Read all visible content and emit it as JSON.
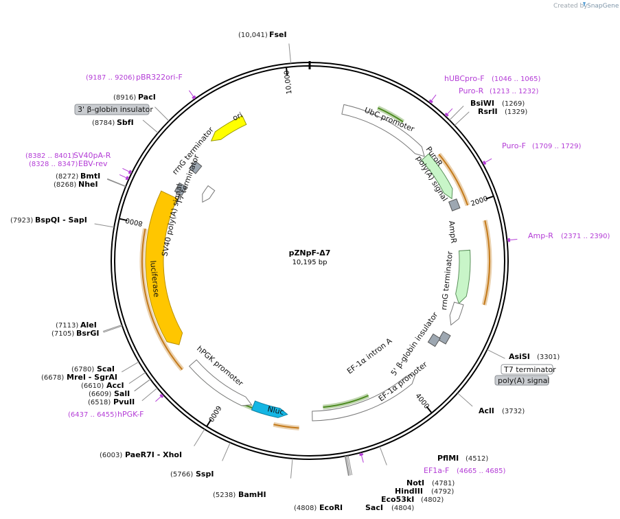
{
  "watermark": {
    "prefix": "Created by",
    "name": "SnapGene"
  },
  "plasmid": {
    "name": "pZNpF-Δ7",
    "length": "10,195 bp"
  },
  "ticks": [
    {
      "bp": 2000,
      "label": "2000"
    },
    {
      "bp": 4000,
      "label": "4000"
    },
    {
      "bp": 6000,
      "label": "6000"
    },
    {
      "bp": 8000,
      "label": "8000"
    },
    {
      "bp": 10000,
      "label": "10,000"
    }
  ],
  "sites": [
    {
      "name": "FseI",
      "pos": "(10,041)",
      "bp": 10041
    },
    {
      "name": "PacI",
      "pos": "(8916)",
      "bp": 8916
    },
    {
      "name": "SbfI",
      "pos": "(8784)",
      "bp": 8784
    },
    {
      "name": "BmtI",
      "pos": "(8272)",
      "bp": 8272
    },
    {
      "name": "NheI",
      "pos": "(8268)",
      "bp": 8268
    },
    {
      "name": "BspQI - SapI",
      "pos": "(7923)",
      "bp": 7923
    },
    {
      "name": "AleI",
      "pos": "(7113)",
      "bp": 7113
    },
    {
      "name": "BsrGI",
      "pos": "(7105)",
      "bp": 7105
    },
    {
      "name": "ScaI",
      "pos": "(6780)",
      "bp": 6780
    },
    {
      "name": "MreI - SgrAI",
      "pos": "(6678)",
      "bp": 6678
    },
    {
      "name": "AccI",
      "pos": "(6610)",
      "bp": 6610
    },
    {
      "name": "SalI",
      "pos": "(6609)",
      "bp": 6609
    },
    {
      "name": "PvuII",
      "pos": "(6518)",
      "bp": 6518
    },
    {
      "name": "PaeR7I - XhoI",
      "pos": "(6003)",
      "bp": 6003
    },
    {
      "name": "SspI",
      "pos": "(5766)",
      "bp": 5766
    },
    {
      "name": "BamHI",
      "pos": "(5238)",
      "bp": 5238
    },
    {
      "name": "EcoRI",
      "pos": "(4808)",
      "bp": 4808
    },
    {
      "name": "SacI",
      "pos": "(4804)",
      "bp": 4804
    },
    {
      "name": "Eco53kI",
      "pos": "(4802)",
      "bp": 4802
    },
    {
      "name": "HindIII",
      "pos": "(4792)",
      "bp": 4792
    },
    {
      "name": "NotI",
      "pos": "(4781)",
      "bp": 4781
    },
    {
      "name": "PflMI",
      "pos": "(4512)",
      "bp": 4512
    },
    {
      "name": "AclI",
      "pos": "(3732)",
      "bp": 3732
    },
    {
      "name": "AsiSI",
      "pos": "(3301)",
      "bp": 3301
    },
    {
      "name": "BsiWI",
      "pos": "(1269)",
      "bp": 1269
    },
    {
      "name": "RsrII",
      "pos": "(1329)",
      "bp": 1329
    }
  ],
  "primers": [
    {
      "name": "pBR322ori-F",
      "pos": "(9187 .. 9206)",
      "bp": 9196
    },
    {
      "name": "SV40pA-R",
      "pos": "(8382 .. 8401)",
      "bp": 8391
    },
    {
      "name": "EBV-rev",
      "pos": "(8328 .. 8347)",
      "bp": 8337
    },
    {
      "name": "hPGK-F",
      "pos": "(6437 .. 6455)",
      "bp": 6446
    },
    {
      "name": "EF1a-F",
      "pos": "(4665 .. 4685)",
      "bp": 4675
    },
    {
      "name": "hUBCpro-F",
      "pos": "(1046 .. 1065)",
      "bp": 1055
    },
    {
      "name": "Puro-R",
      "pos": "(1213 .. 1232)",
      "bp": 1222
    },
    {
      "name": "Puro-F",
      "pos": "(1709 .. 1729)",
      "bp": 1719
    },
    {
      "name": "Amp-R",
      "pos": "(2371 .. 2390)",
      "bp": 2380
    }
  ],
  "features": [
    {
      "label": "UbC promoter",
      "kind": "promoter"
    },
    {
      "label": "PuroR",
      "kind": "cds"
    },
    {
      "label": "poly(A) signal",
      "kind": "terminator"
    },
    {
      "label": "AmpR",
      "kind": "cds"
    },
    {
      "label": "rrnG terminator",
      "kind": "terminator"
    },
    {
      "label": "3' β-globin insulator",
      "kind": "misc"
    },
    {
      "label": "5' β-globin insulator",
      "kind": "misc"
    },
    {
      "label": "EF-1α intron A",
      "kind": "intron"
    },
    {
      "label": "EF-1α promoter",
      "kind": "promoter"
    },
    {
      "label": "Nluc",
      "kind": "cds"
    },
    {
      "label": "hPGK promoter",
      "kind": "promoter"
    },
    {
      "label": "luciferase",
      "kind": "cds"
    },
    {
      "label": "SV40 poly(A) signal",
      "kind": "terminator"
    },
    {
      "label": "T7 terminator",
      "kind": "terminator"
    },
    {
      "label": "rrnG terminator",
      "kind": "terminator"
    },
    {
      "label": "ori",
      "kind": "origin"
    }
  ],
  "boxed_labels": [
    {
      "label": "3' β-globin insulator",
      "style": "gray"
    },
    {
      "label": "T7 terminator",
      "style": "white"
    },
    {
      "label": "poly(A) signal",
      "style": "gray"
    }
  ],
  "colors": {
    "promoter_arrow": "#ffffff",
    "puro": "#c8f5c8",
    "ori": "#ffff00",
    "luciferase": "#ffc600",
    "nluc": "#14b6e4",
    "primer": "#b33bd6",
    "orf_green": "#4b8a1e",
    "orf_orange": "#c47a1a",
    "terminator_gray": "#9da7b1"
  }
}
